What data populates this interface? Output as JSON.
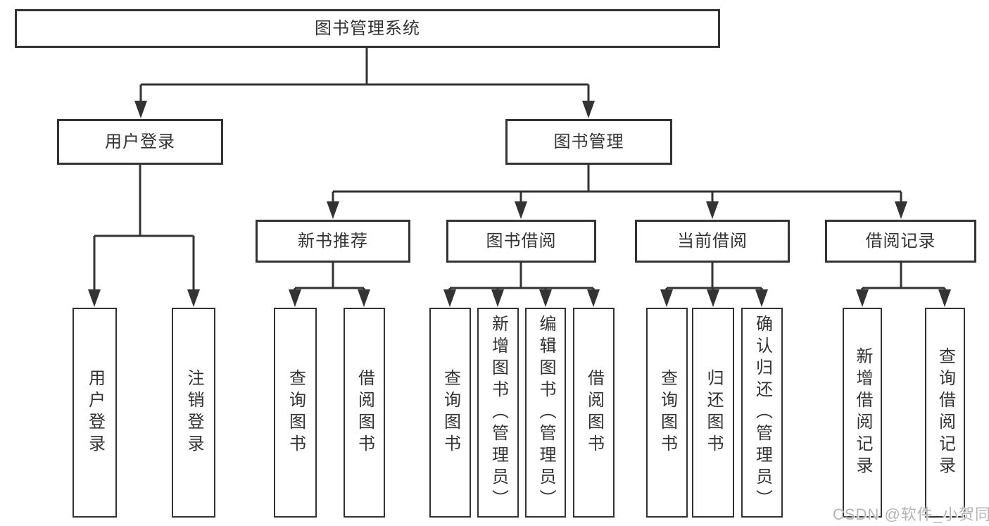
{
  "tree": {
    "root": "图书管理系统",
    "children": [
      {
        "label": "用户登录",
        "leaves": [
          "用户登录",
          "注销登录"
        ]
      },
      {
        "label": "图书管理",
        "children": [
          {
            "label": "新书推荐",
            "leaves": [
              "查询图书",
              "借阅图书"
            ]
          },
          {
            "label": "图书借阅",
            "leaves": [
              "查询图书",
              "新增图书（管理员）",
              "编辑图书（管理员）",
              "借阅图书"
            ]
          },
          {
            "label": "当前借阅",
            "leaves": [
              "查询图书",
              "归还图书",
              "确认归还（管理员）"
            ]
          },
          {
            "label": "借阅记录",
            "leaves": [
              "新增借阅记录",
              "查询借阅记录"
            ]
          }
        ]
      }
    ]
  },
  "watermark": "CSDN @软件_小贺同学",
  "colors": {
    "line": "#333333",
    "box_fill": "#ffffff",
    "text": "#333333",
    "watermark": "#b5b5b5",
    "background": "#ffffff"
  }
}
